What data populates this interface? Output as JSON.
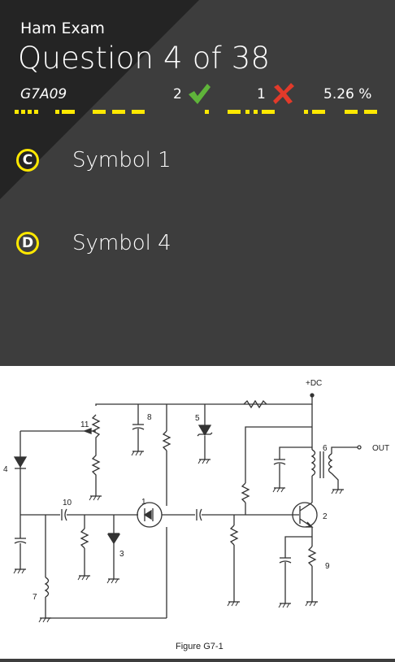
{
  "header": {
    "app_title": "Ham Exam",
    "question_title": "Question 4 of 38",
    "question_id": "G7A09",
    "correct_count": "2",
    "wrong_count": "1",
    "percent": "5.26 %"
  },
  "colors": {
    "accent": "#ffe800",
    "correct": "#5fb43a",
    "wrong": "#e23a2a",
    "background": "#3d3d3d"
  },
  "icons": {
    "correct": "checkmark-icon",
    "wrong": "cross-icon"
  },
  "answers": [
    {
      "letter": "C",
      "label": "Symbol 1"
    },
    {
      "letter": "D",
      "label": "Symbol 4"
    }
  ],
  "figure": {
    "caption": "Figure G7-1",
    "supply_label": "+DC",
    "output_label": "OUT",
    "component_numbers": [
      "1",
      "2",
      "3",
      "4",
      "5",
      "6",
      "7",
      "8",
      "9",
      "10",
      "11"
    ]
  }
}
